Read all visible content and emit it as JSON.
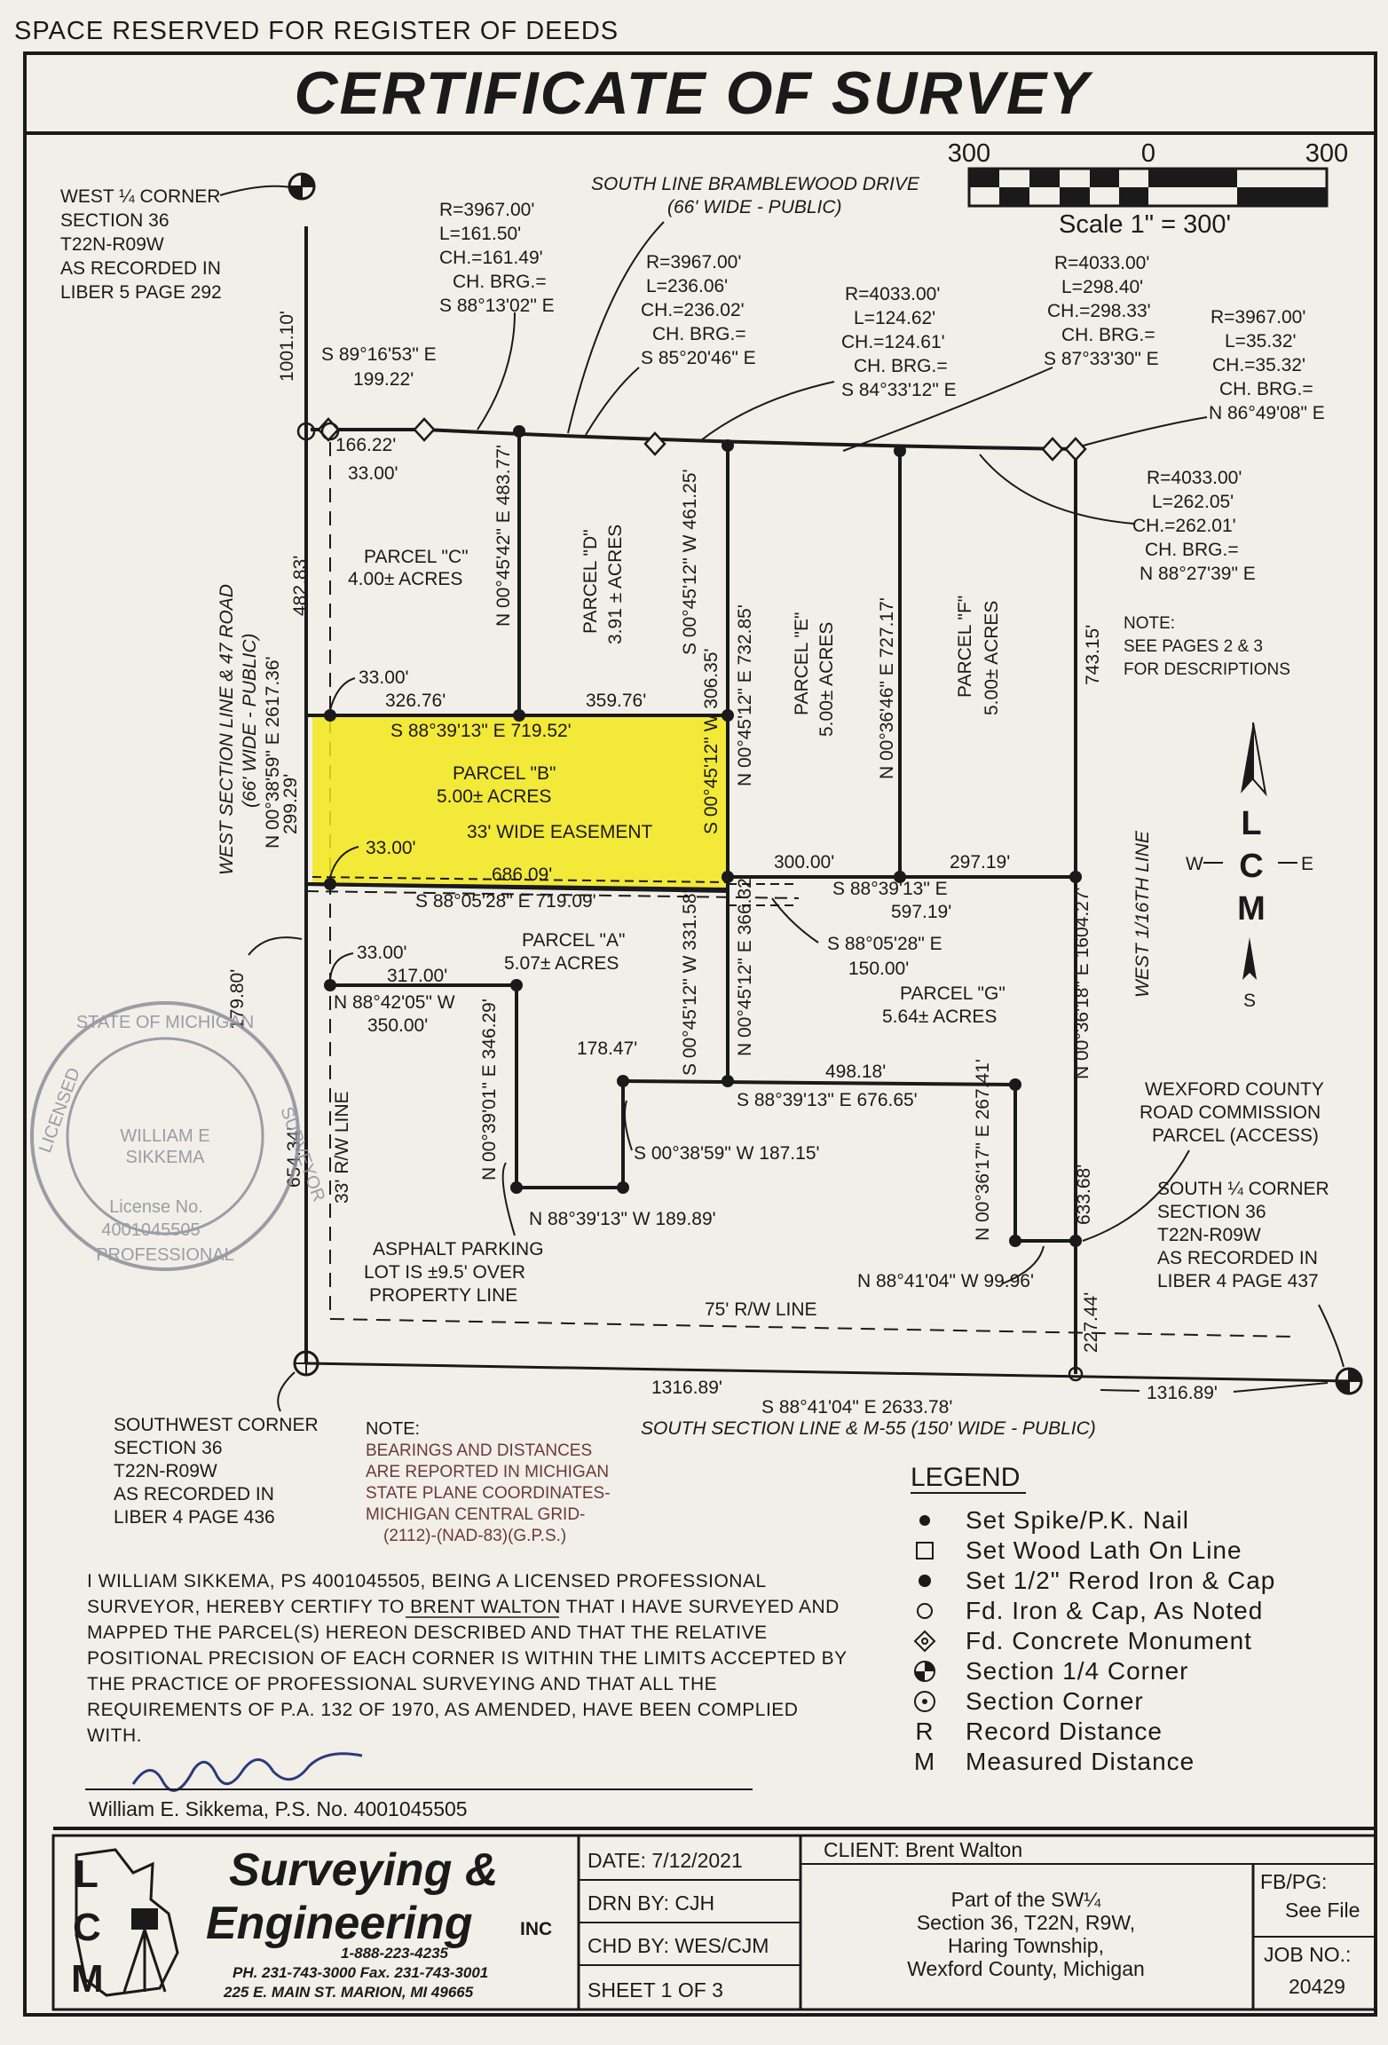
{
  "header": {
    "reserved": "SPACE RESERVED FOR REGISTER OF DEEDS",
    "title": "CERTIFICATE OF SURVEY"
  },
  "scale": {
    "left": "300",
    "zero": "0",
    "right": "300",
    "text": "Scale 1\" = 300'"
  },
  "corners": {
    "west_quarter": [
      "WEST ¼ CORNER",
      "SECTION 36",
      "T22N-R09W",
      "AS RECORDED IN",
      "LIBER 5 PAGE 292"
    ],
    "southwest": [
      "SOUTHWEST CORNER",
      "SECTION 36",
      "T22N-R09W",
      "AS RECORDED IN",
      "LIBER 4 PAGE 436"
    ],
    "south_quarter": [
      "SOUTH ¼ CORNER",
      "SECTION 36",
      "T22N-R09W",
      "AS RECORDED IN",
      "LIBER 4 PAGE 437"
    ]
  },
  "curves": {
    "c1": [
      "R=3967.00'",
      "L=161.50'",
      "CH.=161.49'",
      "CH. BRG.=",
      "S 88°13'02\" E"
    ],
    "c2": [
      "R=3967.00'",
      "L=236.06'",
      "CH.=236.02'",
      "CH. BRG.=",
      "S 85°20'46\" E"
    ],
    "c3": [
      "R=4033.00'",
      "L=124.62'",
      "CH.=124.61'",
      "CH. BRG.=",
      "S 84°33'12\" E"
    ],
    "c4": [
      "R=4033.00'",
      "L=298.40'",
      "CH.=298.33'",
      "CH. BRG.=",
      "S 87°33'30\" E"
    ],
    "c5": [
      "R=3967.00'",
      "L=35.32'",
      "CH.=35.32'",
      "CH. BRG.=",
      "N 86°49'08\" E"
    ],
    "c6": [
      "R=4033.00'",
      "L=262.05'",
      "CH.=262.01'",
      "CH. BRG.=",
      "N 88°27'39\" E"
    ]
  },
  "roads": {
    "north": [
      "SOUTH LINE BRAMBLEWOOD DRIVE",
      "(66' WIDE - PUBLIC)"
    ],
    "west": [
      "WEST SECTION LINE & 47 ROAD",
      "(66' WIDE - PUBLIC)"
    ],
    "west_bearing": "N 00°38'59\" E 2617.36'",
    "south": "SOUTH SECTION LINE & M-55 (150' WIDE - PUBLIC)",
    "south_bearing": "S 88°41'04\" E 2633.78'",
    "east_line": "WEST 1/16TH LINE",
    "east_bearing": "N 00°36'18\" E 1604.27'",
    "row_33": "33' R/W LINE",
    "row_75": "75' R/W LINE"
  },
  "parcels": {
    "a": [
      "PARCEL \"A\"",
      "5.07± ACRES"
    ],
    "b": [
      "PARCEL \"B\"",
      "5.00± ACRES"
    ],
    "c": [
      "PARCEL \"C\"",
      "4.00± ACRES"
    ],
    "d": [
      "PARCEL \"D\"",
      "3.91 ± ACRES"
    ],
    "e": [
      "PARCEL \"E\"",
      "5.00± ACRES"
    ],
    "f": [
      "PARCEL \"F\"",
      "5.00± ACRES"
    ],
    "g": [
      "PARCEL \"G\"",
      "5.64± ACRES"
    ],
    "easement": "33' WIDE EASEMENT"
  },
  "dims": {
    "d1001": "1001.10'",
    "top_brg": "S 89°16'53\" E",
    "d199": "199.22'",
    "d166": "166.22'",
    "d33a": "33.00'",
    "d482": "482.83'",
    "d483": "N 00°45'42\" E  483.77'",
    "d461": "S 00°45'12\" W  461.25'",
    "d732": "N 00°45'12\" E  732.85'",
    "d727": "N 00°36'46\" E  727.17'",
    "d743": "743.15'",
    "d33b": "33.00'",
    "d326": "326.76'",
    "d359": "359.76'",
    "b_north": "S 88°39'13\" E  719.52'",
    "d299": "299.29'",
    "b_east": "S 00°45'12\" W  306.35'",
    "d33c": "33.00'",
    "d686": "686.09'",
    "b_south": "S 88°05'28\" E  719.09'",
    "d300": "300.00'",
    "d297": "297.19'",
    "e_brg": "S 88°39'13\" E",
    "d597": "597.19'",
    "g_brg": "S 88°05'28\" E",
    "d150": "150.00'",
    "d33d": "33.00'",
    "d317": "317.00'",
    "a_brg": "N 88°42'05\" W",
    "d350": "350.00'",
    "d179": "179.80'",
    "d331": "S 00°45'12\" W  331.58'",
    "d366": "N 00°45'12\" E  366.32'",
    "d178": "178.47'",
    "d498": "498.18'",
    "d676": "S 88°39'13\" E  676.65'",
    "d346": "N 00°39'01\" E  346.29'",
    "d187": "S 00°38'59\" W  187.15'",
    "d189": "N 88°39'13\" W  189.89'",
    "d267": "N 00°36'17\" E  267.41'",
    "d99": "N 88°41'04\" W  99.96'",
    "d633": "633.68'",
    "d654": "654.34'",
    "d227": "227.44'",
    "d1316a": "1316.89'",
    "d1316b": "1316.89'"
  },
  "notes": {
    "see_pages": [
      "NOTE:",
      "SEE PAGES 2 & 3",
      "FOR DESCRIPTIONS"
    ],
    "wexford": [
      "WEXFORD COUNTY",
      "ROAD COMMISSION",
      "PARCEL (ACCESS)"
    ],
    "asphalt": [
      "ASPHALT PARKING",
      "LOT IS ±9.5' OVER",
      "PROPERTY LINE"
    ],
    "bearings_head": "NOTE:",
    "bearings": [
      "BEARINGS AND DISTANCES",
      "ARE REPORTED IN MICHIGAN",
      "STATE PLANE COORDINATES-",
      "MICHIGAN CENTRAL GRID-",
      "(2112)-(NAD-83)(G.P.S.)"
    ]
  },
  "compass": {
    "w": "W",
    "e": "E",
    "s": "S",
    "letters": [
      "L",
      "C",
      "M"
    ]
  },
  "stamp": {
    "ring_top": "STATE OF MICHIGAN",
    "ring_left": "LICENSED",
    "ring_right": "SURVEYOR",
    "ring_bottom": "PROFESSIONAL",
    "name": "WILLIAM E",
    "surname": "SIKKEMA",
    "license": "License No.",
    "number": "4001045505"
  },
  "legend": {
    "title": "LEGEND",
    "items": [
      {
        "sym": "dot-small",
        "label": "Set Spike/P.K. Nail"
      },
      {
        "sym": "square",
        "label": "Set Wood Lath On Line"
      },
      {
        "sym": "dot",
        "label": "Set 1/2\" Rerod Iron & Cap"
      },
      {
        "sym": "circle",
        "label": "Fd. Iron & Cap, As Noted"
      },
      {
        "sym": "diamond",
        "label": "Fd. Concrete Monument"
      },
      {
        "sym": "quarter",
        "label": "Section 1/4 Corner"
      },
      {
        "sym": "section",
        "label": "Section Corner"
      },
      {
        "sym": "R",
        "label": "Record Distance"
      },
      {
        "sym": "M",
        "label": "Measured Distance"
      }
    ]
  },
  "certification": [
    "I WILLIAM SIKKEMA, PS 4001045505, BEING A LICENSED PROFESSIONAL",
    "SURVEYOR, HEREBY CERTIFY TO BRENT WALTON THAT I HAVE SURVEYED AND",
    "MAPPED THE PARCEL(S) HEREON DESCRIBED AND THAT THE RELATIVE",
    "POSITIONAL PRECISION OF EACH CORNER IS WITHIN THE LIMITS ACCEPTED BY",
    "THE PRACTICE OF PROFESSIONAL SURVEYING AND THAT ALL THE",
    "REQUIREMENTS OF P.A. 132 OF 1970, AS AMENDED, HAVE BEEN COMPLIED",
    "WITH."
  ],
  "signature_line": "William E. Sikkema, P.S. No. 4001045505",
  "title_block": {
    "company1": "Surveying &",
    "company2": "Engineering",
    "inc": "INC",
    "phone": "1-888-223-4235",
    "phfax": "PH. 231-743-3000  Fax. 231-743-3001",
    "address": "225 E. MAIN ST. MARION, MI 49665",
    "date": "DATE: 7/12/2021",
    "drn": "DRN BY: CJH",
    "chd": "CHD BY: WES/CJM",
    "sheet": "SHEET 1 OF 3",
    "client": "CLIENT: Brent Walton",
    "location": [
      "Part of the SW¼",
      "Section 36, T22N, R9W,",
      "Haring Township,",
      "Wexford County, Michigan"
    ],
    "fbpg": "FB/PG:",
    "see_file": "See File",
    "job_no": "JOB NO.:",
    "job": "20429"
  }
}
